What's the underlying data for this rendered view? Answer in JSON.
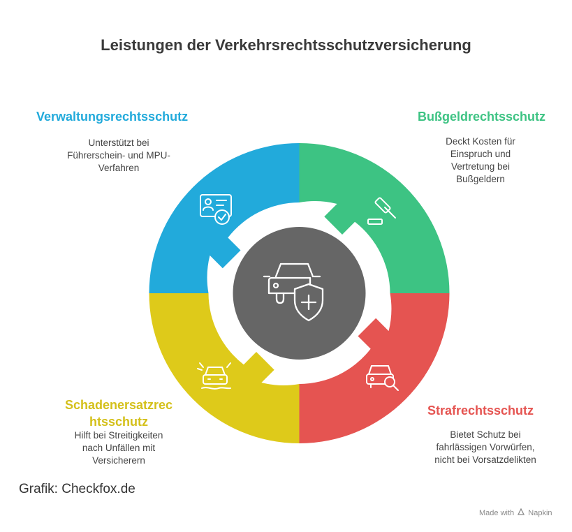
{
  "title": "Leistungen der Verkehrsrechtsschutzversicherung",
  "sections": [
    {
      "title": "Verwaltungsrechtsschutz",
      "description": [
        "Unterstützt bei",
        "Führerschein- und MPU-",
        "Verfahren"
      ],
      "color": "#22AADB",
      "icon": "license-check-icon"
    },
    {
      "title": "Bußgeldrechtsschutz",
      "description": [
        "Deckt Kosten für",
        "Einspruch und",
        "Vertretung bei",
        "Bußgeldern"
      ],
      "color": "#3DC383",
      "icon": "gavel-icon"
    },
    {
      "title": "Strafrechtsschutz",
      "description": [
        "Bietet Schutz bei",
        "fahrlässigen Vorwürfen,",
        "nicht bei Vorsatzdelikten"
      ],
      "color": "#E55451",
      "icon": "car-search-icon"
    },
    {
      "title": [
        "Schadenersatzrec",
        "htsschutz"
      ],
      "description": [
        "Hilft bei Streitigkeiten",
        "nach Unfällen mit",
        "Versicherern"
      ],
      "color": "#DECA1A",
      "icon": "car-accident-icon"
    }
  ],
  "center": {
    "color": "#666666",
    "icon": "car-shield-icon"
  },
  "credit": "Grafik: Checkfox.de",
  "made_with": {
    "prefix": "Made with",
    "brand": "Napkin"
  }
}
